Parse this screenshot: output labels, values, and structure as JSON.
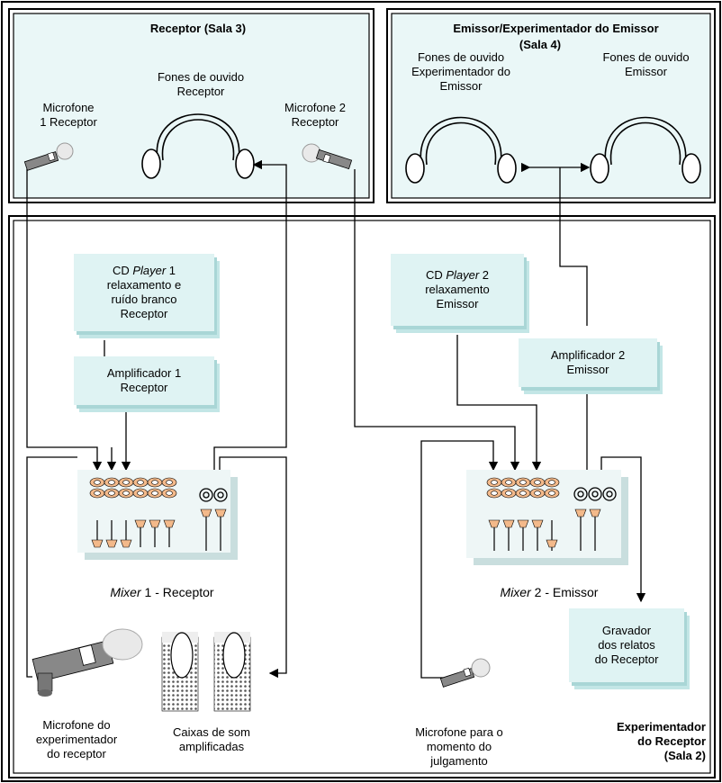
{
  "rooms": {
    "receptor_title": "Receptor (Sala 3)",
    "emissor_title": "Emissor/Experimentador do Emissor",
    "emissor_sala": "(Sala 4)",
    "experimentador_title": "Experimentador",
    "experimentador_line2": "do Receptor",
    "experimentador_sala": "(Sala 2)"
  },
  "receptor_room": {
    "mic1": [
      "Microfone",
      "1 Receptor"
    ],
    "headphones": [
      "Fones de ouvido",
      "Receptor"
    ],
    "mic2": [
      "Microfone 2",
      "Receptor"
    ]
  },
  "emissor_room": {
    "headphones_exp": [
      "Fones de ouvido",
      "Experimentador do",
      "Emissor"
    ],
    "headphones_emissor": [
      "Fones de ouvido",
      "Emissor"
    ]
  },
  "devices": {
    "cd1": {
      "line1_a": "CD ",
      "line1_b": "Player",
      "line1_c": " 1",
      "line2": "relaxamento e",
      "line3": "ruído branco",
      "line4": "Receptor"
    },
    "amp1": [
      "Amplificador 1",
      "Receptor"
    ],
    "cd2": {
      "line1_a": "CD ",
      "line1_b": "Player",
      "line1_c": "  2",
      "line2": "relaxamento",
      "line3": "Emissor"
    },
    "amp2": [
      "Amplificador 2",
      "Emissor"
    ],
    "mixer1": {
      "italic": "Mixer",
      "rest": " 1 - Receptor"
    },
    "mixer2": {
      "italic": "Mixer",
      "rest": " 2 - Emissor"
    },
    "recorder": [
      "Gravador",
      "dos relatos",
      "do Receptor"
    ]
  },
  "bottom": {
    "mic_exp": [
      "Microfone do",
      "experimentador",
      "do receptor"
    ],
    "speakers": [
      "Caixas de som",
      "amplificadas"
    ],
    "mic_judge": [
      "Microfone para o",
      "momento do",
      "julgamento"
    ]
  },
  "colors": {
    "room_fill": "#eaf7f7",
    "box_fill": "#dff3f3",
    "mixer_fill": "#eef6f6",
    "knob": "#f3b98a"
  }
}
